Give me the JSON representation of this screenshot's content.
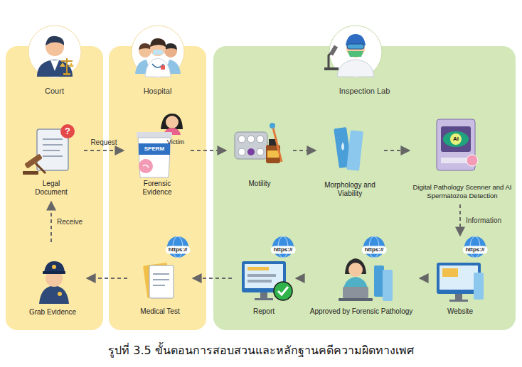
{
  "diagram": {
    "caption": "รูปที่ 3.5 ขั้นตอนการสอบสวนและหลักฐานคดีความผิดทางเพศ",
    "nodes": [
      {
        "text": [
          "Court"
        ]
      },
      {
        "text": [
          "Hospital"
        ]
      },
      {
        "text": [
          "Inspection Lab"
        ]
      },
      {
        "text": [
          "Legal Document"
        ],
        "in": 0
      },
      {
        "text": [
          "Forensic Evidence"
        ],
        "in": 1
      },
      {
        "text": [
          "Motility"
        ],
        "in": 2
      },
      {
        "text": [
          "Morphology and Viability"
        ],
        "in": 2
      },
      {
        "text": [
          "Digital Pathology Scenner and AI Spermatozoa Detection"
        ],
        "in": 2
      },
      {
        "text": [
          "Website"
        ],
        "in": 2
      },
      {
        "text": [
          "Approved by Forensic Pathology"
        ],
        "in": 2
      },
      {
        "text": [
          "Report"
        ],
        "in": 2
      },
      {
        "text": [
          "Medical Test"
        ],
        "in": 1
      },
      {
        "text": [
          "Grab Evidence"
        ],
        "in": 0
      }
    ],
    "edges": [
      {
        "from": 3,
        "to": 4,
        "label": "Request",
        "arrow": "to"
      },
      {
        "from": 4,
        "to": 5,
        "arrow": "to"
      },
      {
        "from": 5,
        "to": 6,
        "arrow": "to"
      },
      {
        "from": 6,
        "to": 7,
        "arrow": "to"
      },
      {
        "from": 7,
        "to": 8,
        "label": "Information",
        "arrow": "to"
      },
      {
        "from": 8,
        "to": 9,
        "arrow": "to"
      },
      {
        "from": 9,
        "to": 10,
        "arrow": "to"
      },
      {
        "from": 10,
        "to": 11,
        "arrow": "to"
      },
      {
        "from": 11,
        "to": 12,
        "arrow": "to"
      },
      {
        "from": 12,
        "to": 3,
        "label": "Receive",
        "arrow": "to"
      }
    ],
    "labels": [
      "?",
      "SPERM",
      "Victim",
      "AI",
      "https://",
      "https://",
      "https://",
      "https://"
    ]
  }
}
